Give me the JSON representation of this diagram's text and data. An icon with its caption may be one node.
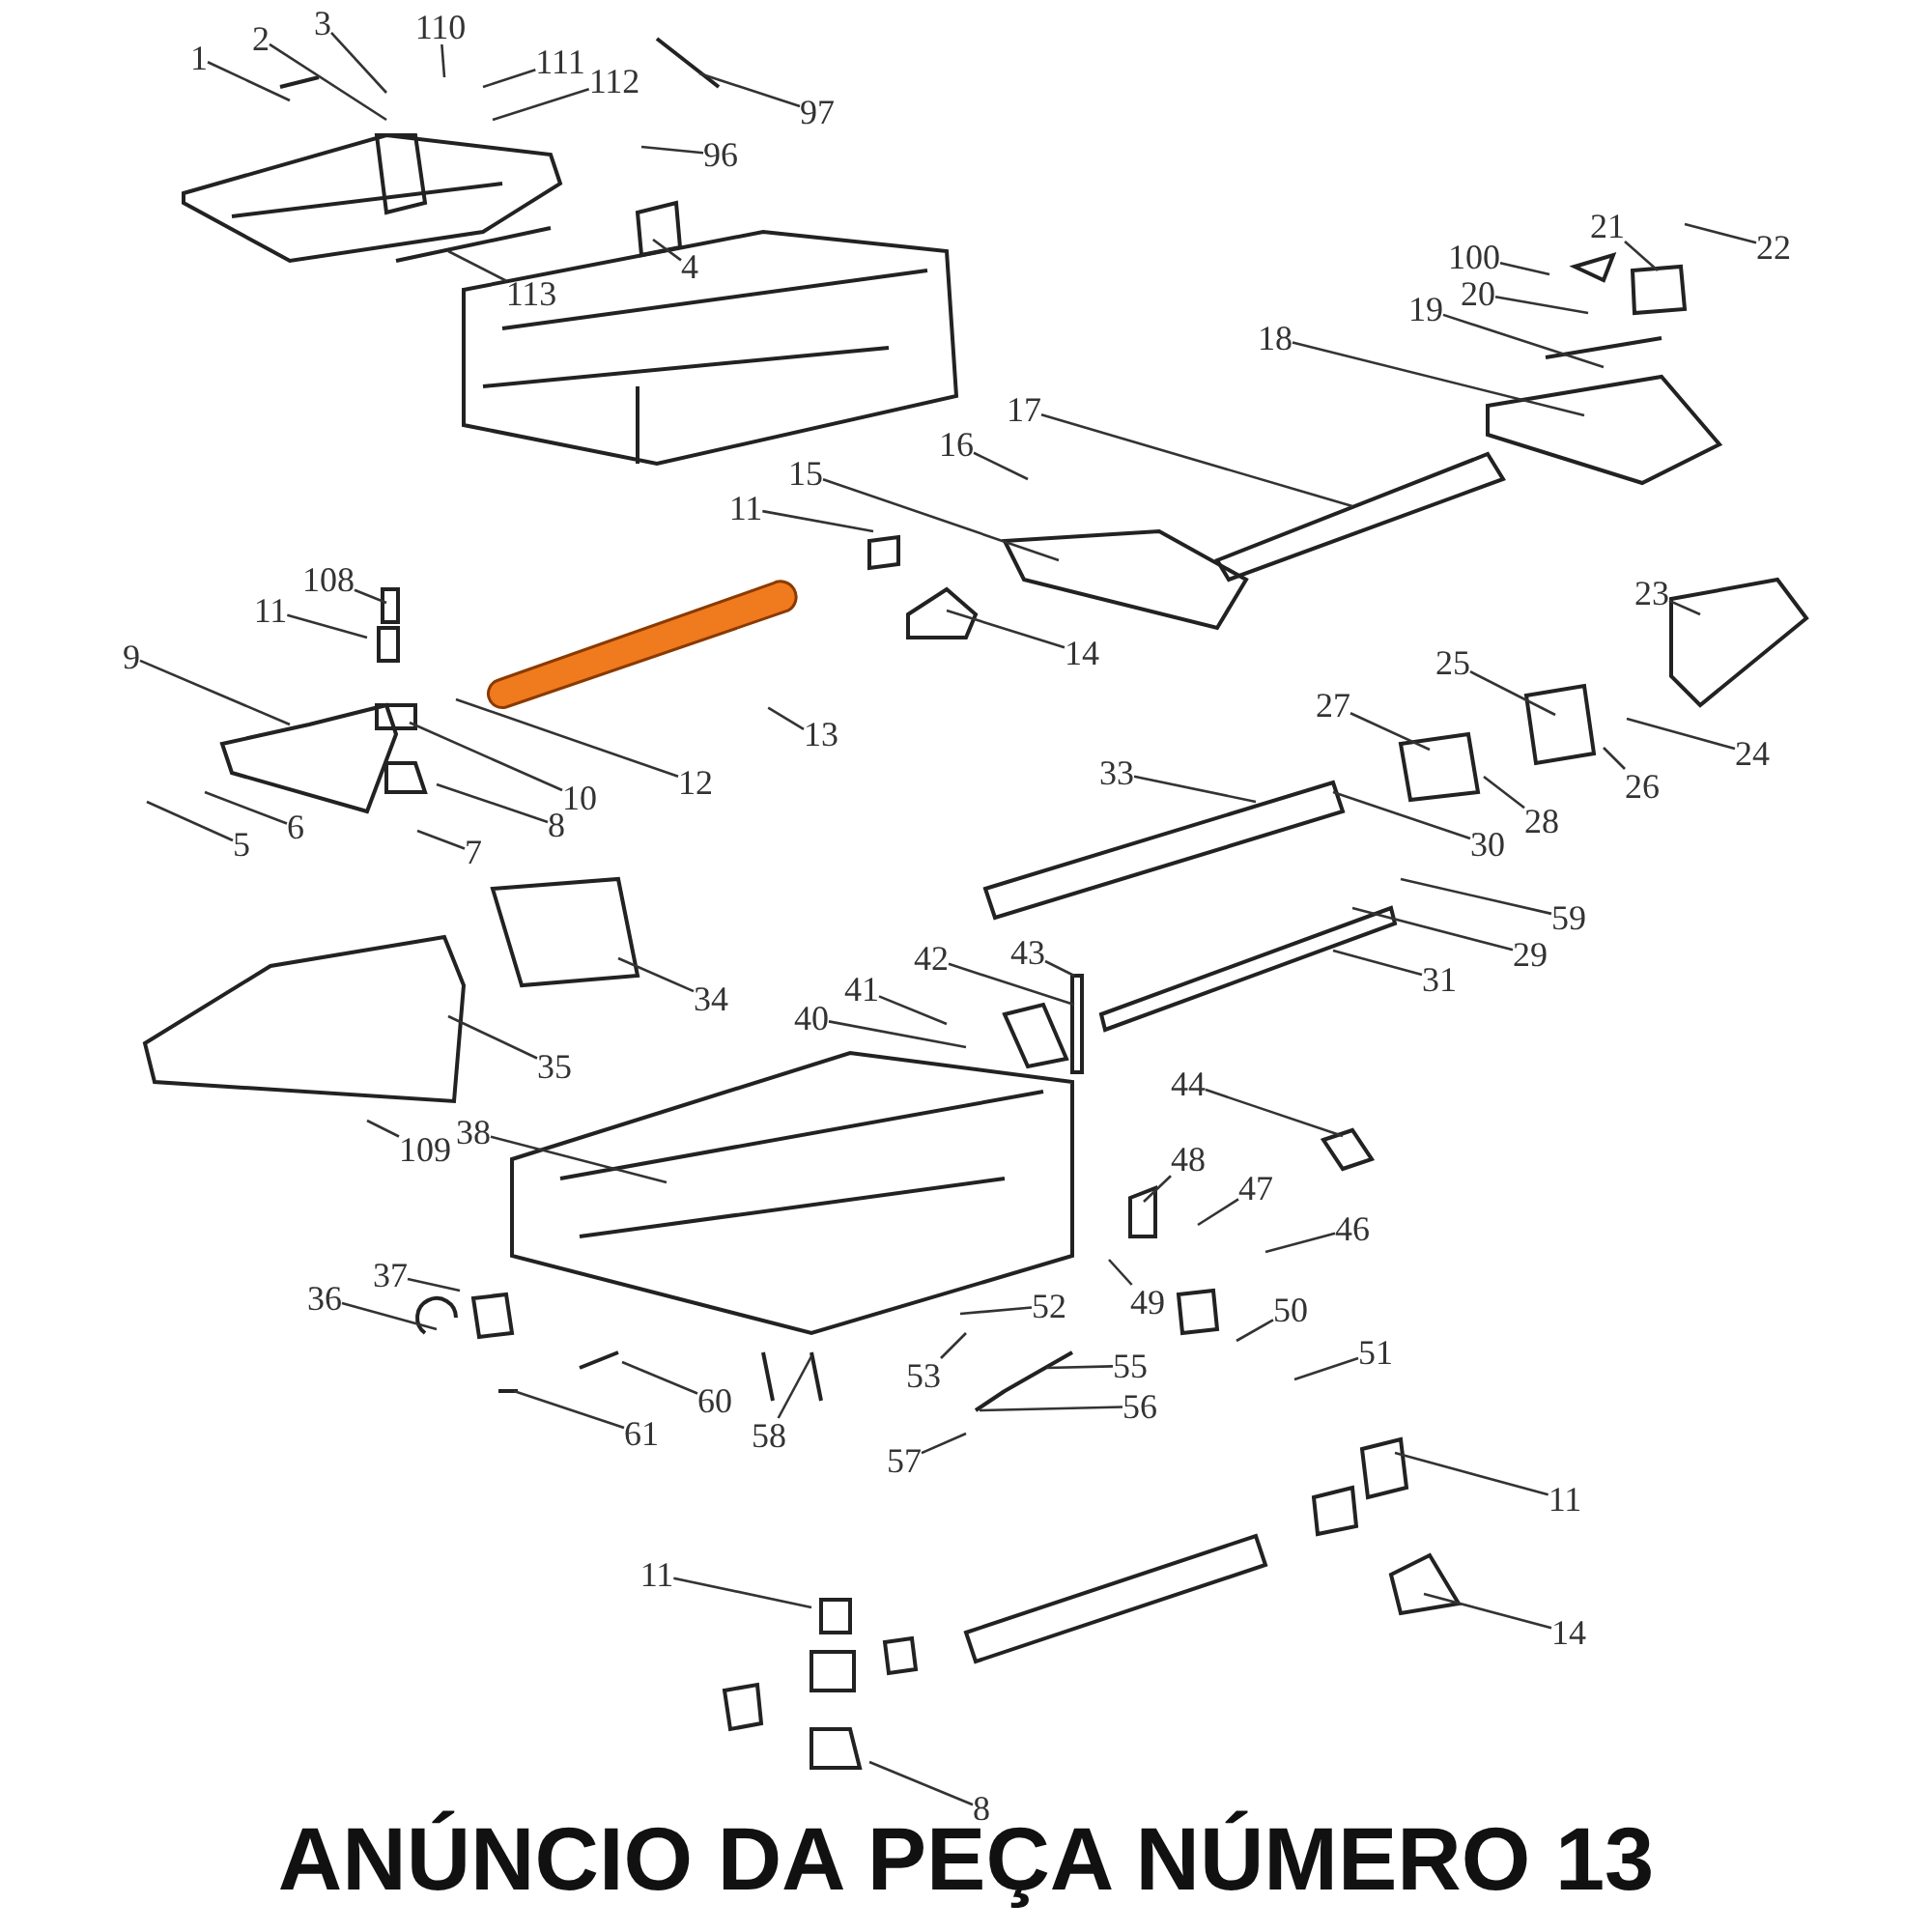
{
  "diagram": {
    "caption": "ANÚNCIO DA PEÇA NÚMERO 13",
    "nodes": [
      {
        "text": [
          "1"
        ]
      },
      {
        "text": [
          "2"
        ]
      },
      {
        "text": [
          "3"
        ]
      },
      {
        "text": [
          "110"
        ]
      },
      {
        "text": [
          "111"
        ]
      },
      {
        "text": [
          "112"
        ]
      },
      {
        "text": [
          "97"
        ]
      },
      {
        "text": [
          "96"
        ]
      },
      {
        "text": [
          "4"
        ]
      },
      {
        "text": [
          "113"
        ]
      },
      {
        "text": [
          "22"
        ]
      },
      {
        "text": [
          "21"
        ]
      },
      {
        "text": [
          "100"
        ]
      },
      {
        "text": [
          "20"
        ]
      },
      {
        "text": [
          "19"
        ]
      },
      {
        "text": [
          "18"
        ]
      },
      {
        "text": [
          "17"
        ]
      },
      {
        "text": [
          "16"
        ]
      },
      {
        "text": [
          "11"
        ]
      },
      {
        "text": [
          "15"
        ]
      },
      {
        "text": [
          "108"
        ]
      },
      {
        "text": [
          "11"
        ]
      },
      {
        "text": [
          "9"
        ]
      },
      {
        "text": [
          "13"
        ]
      },
      {
        "text": [
          "12"
        ]
      },
      {
        "text": [
          "10"
        ]
      },
      {
        "text": [
          "8"
        ]
      },
      {
        "text": [
          "6"
        ]
      },
      {
        "text": [
          "5"
        ]
      },
      {
        "text": [
          "7"
        ]
      },
      {
        "text": [
          "14"
        ]
      },
      {
        "text": [
          "23"
        ]
      },
      {
        "text": [
          "25"
        ]
      },
      {
        "text": [
          "27"
        ]
      },
      {
        "text": [
          "24"
        ]
      },
      {
        "text": [
          "26"
        ]
      },
      {
        "text": [
          "28"
        ]
      },
      {
        "text": [
          "33"
        ]
      },
      {
        "text": [
          "30"
        ]
      },
      {
        "text": [
          "59"
        ]
      },
      {
        "text": [
          "29"
        ]
      },
      {
        "text": [
          "31"
        ]
      },
      {
        "text": [
          "34"
        ]
      },
      {
        "text": [
          "35"
        ]
      },
      {
        "text": [
          "43"
        ]
      },
      {
        "text": [
          "42"
        ]
      },
      {
        "text": [
          "41"
        ]
      },
      {
        "text": [
          "40"
        ]
      },
      {
        "text": [
          "44"
        ]
      },
      {
        "text": [
          "109"
        ]
      },
      {
        "text": [
          "38"
        ]
      },
      {
        "text": [
          "48"
        ]
      },
      {
        "text": [
          "47"
        ]
      },
      {
        "text": [
          "46"
        ]
      },
      {
        "text": [
          "49"
        ]
      },
      {
        "text": [
          "50"
        ]
      },
      {
        "text": [
          "51"
        ]
      },
      {
        "text": [
          "37"
        ]
      },
      {
        "text": [
          "36"
        ]
      },
      {
        "text": [
          "52"
        ]
      },
      {
        "text": [
          "55"
        ]
      },
      {
        "text": [
          "53"
        ]
      },
      {
        "text": [
          "56"
        ]
      },
      {
        "text": [
          "60"
        ]
      },
      {
        "text": [
          "58"
        ]
      },
      {
        "text": [
          "61"
        ]
      },
      {
        "text": [
          "57"
        ]
      },
      {
        "text": [
          "11"
        ]
      },
      {
        "text": [
          "11"
        ]
      },
      {
        "text": [
          "14"
        ]
      },
      {
        "text": [
          "8"
        ]
      },
      {
        "text": [],
        "shape": "cylinder"
      }
    ],
    "edges": [
      {
        "from": 0,
        "to": null,
        "arrow": "none"
      },
      {
        "from": 1,
        "to": null,
        "arrow": "none"
      },
      {
        "from": 2,
        "to": null,
        "arrow": "none"
      },
      {
        "from": 3,
        "to": null,
        "arrow": "none"
      },
      {
        "from": 4,
        "to": null,
        "arrow": "none"
      },
      {
        "from": 5,
        "to": null,
        "arrow": "none"
      },
      {
        "from": 6,
        "to": null,
        "arrow": "none"
      },
      {
        "from": 7,
        "to": null,
        "arrow": "none"
      },
      {
        "from": 8,
        "to": null,
        "arrow": "none"
      },
      {
        "from": 9,
        "to": null,
        "arrow": "none"
      },
      {
        "from": 10,
        "to": null,
        "arrow": "none"
      },
      {
        "from": 11,
        "to": null,
        "arrow": "none"
      },
      {
        "from": 12,
        "to": null,
        "arrow": "none"
      },
      {
        "from": 13,
        "to": null,
        "arrow": "none"
      },
      {
        "from": 14,
        "to": null,
        "arrow": "none"
      },
      {
        "from": 15,
        "to": null,
        "arrow": "none"
      },
      {
        "from": 16,
        "to": null,
        "arrow": "none"
      },
      {
        "from": 17,
        "to": null,
        "arrow": "none"
      },
      {
        "from": 18,
        "to": null,
        "arrow": "none"
      },
      {
        "from": 19,
        "to": null,
        "arrow": "none"
      },
      {
        "from": 20,
        "to": null,
        "arrow": "none"
      },
      {
        "from": 21,
        "to": null,
        "arrow": "none"
      },
      {
        "from": 22,
        "to": null,
        "arrow": "none"
      },
      {
        "from": 23,
        "to": 71,
        "arrow": "none"
      },
      {
        "from": 24,
        "to": null,
        "arrow": "none"
      },
      {
        "from": 25,
        "to": null,
        "arrow": "none"
      },
      {
        "from": 26,
        "to": null,
        "arrow": "none"
      },
      {
        "from": 27,
        "to": null,
        "arrow": "none"
      },
      {
        "from": 28,
        "to": null,
        "arrow": "none"
      },
      {
        "from": 29,
        "to": null,
        "arrow": "none"
      },
      {
        "from": 30,
        "to": null,
        "arrow": "none"
      },
      {
        "from": 31,
        "to": null,
        "arrow": "none"
      },
      {
        "from": 32,
        "to": null,
        "arrow": "none"
      },
      {
        "from": 33,
        "to": null,
        "arrow": "none"
      },
      {
        "from": 34,
        "to": null,
        "arrow": "none"
      },
      {
        "from": 35,
        "to": null,
        "arrow": "none"
      },
      {
        "from": 36,
        "to": null,
        "arrow": "none"
      },
      {
        "from": 37,
        "to": null,
        "arrow": "none"
      },
      {
        "from": 38,
        "to": null,
        "arrow": "none"
      },
      {
        "from": 39,
        "to": null,
        "arrow": "none"
      },
      {
        "from": 40,
        "to": null,
        "arrow": "none"
      },
      {
        "from": 41,
        "to": null,
        "arrow": "none"
      },
      {
        "from": 42,
        "to": null,
        "arrow": "none"
      },
      {
        "from": 43,
        "to": null,
        "arrow": "none"
      },
      {
        "from": 44,
        "to": null,
        "arrow": "none"
      },
      {
        "from": 45,
        "to": null,
        "arrow": "none"
      },
      {
        "from": 46,
        "to": null,
        "arrow": "none"
      },
      {
        "from": 47,
        "to": null,
        "arrow": "none"
      },
      {
        "from": 48,
        "to": null,
        "arrow": "none"
      },
      {
        "from": 49,
        "to": null,
        "arrow": "none"
      },
      {
        "from": 50,
        "to": null,
        "arrow": "none"
      },
      {
        "from": 51,
        "to": null,
        "arrow": "none"
      },
      {
        "from": 52,
        "to": null,
        "arrow": "none"
      },
      {
        "from": 53,
        "to": null,
        "arrow": "none"
      },
      {
        "from": 54,
        "to": null,
        "arrow": "none"
      },
      {
        "from": 55,
        "to": null,
        "arrow": "none"
      },
      {
        "from": 56,
        "to": null,
        "arrow": "none"
      },
      {
        "from": 57,
        "to": null,
        "arrow": "none"
      },
      {
        "from": 58,
        "to": null,
        "arrow": "none"
      },
      {
        "from": 59,
        "to": null,
        "arrow": "none"
      },
      {
        "from": 60,
        "to": null,
        "arrow": "none"
      },
      {
        "from": 61,
        "to": null,
        "arrow": "none"
      },
      {
        "from": 62,
        "to": null,
        "arrow": "none"
      },
      {
        "from": 63,
        "to": null,
        "arrow": "none"
      },
      {
        "from": 64,
        "to": null,
        "arrow": "none"
      },
      {
        "from": 65,
        "to": null,
        "arrow": "none"
      },
      {
        "from": 66,
        "to": null,
        "arrow": "none"
      },
      {
        "from": 67,
        "to": null,
        "arrow": "none"
      },
      {
        "from": 68,
        "to": null,
        "arrow": "none"
      },
      {
        "from": 69,
        "to": null,
        "arrow": "none"
      },
      {
        "from": 70,
        "to": null,
        "arrow": "none"
      }
    ]
  }
}
